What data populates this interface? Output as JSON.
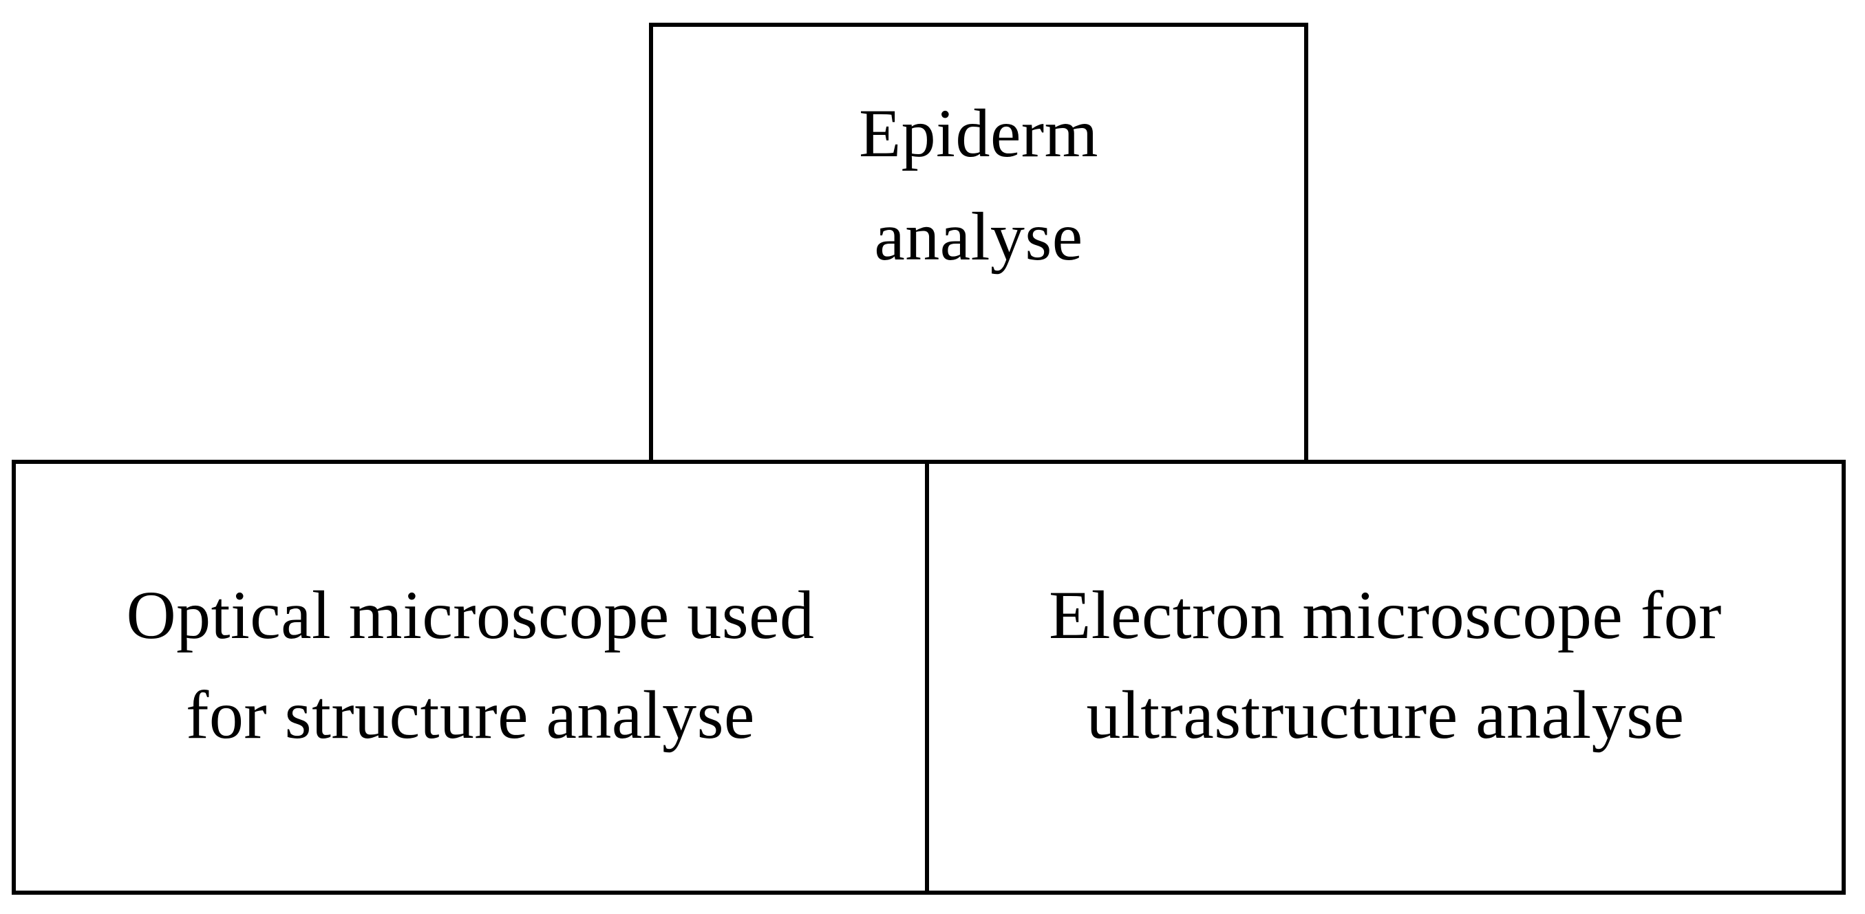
{
  "diagram": {
    "type": "hierarchy-tree",
    "orientation": "top-down",
    "line_color": "#000000",
    "background_color": "#ffffff",
    "text_color": "#000000",
    "root": {
      "id": "epiderm-analyse",
      "label": "Epiderm\nanalyse",
      "line1": "Epiderm",
      "line2": "analyse"
    },
    "children": [
      {
        "id": "optical-microscope",
        "label": "Optical microscope used\nfor structure analyse",
        "line1": "Optical microscope used",
        "line2": "for structure analyse"
      },
      {
        "id": "electron-microscope",
        "label": "Electron microscope for\nultrastructure analyse",
        "line1": "Electron microscope for",
        "line2": "ultrastructure analyse"
      }
    ]
  }
}
